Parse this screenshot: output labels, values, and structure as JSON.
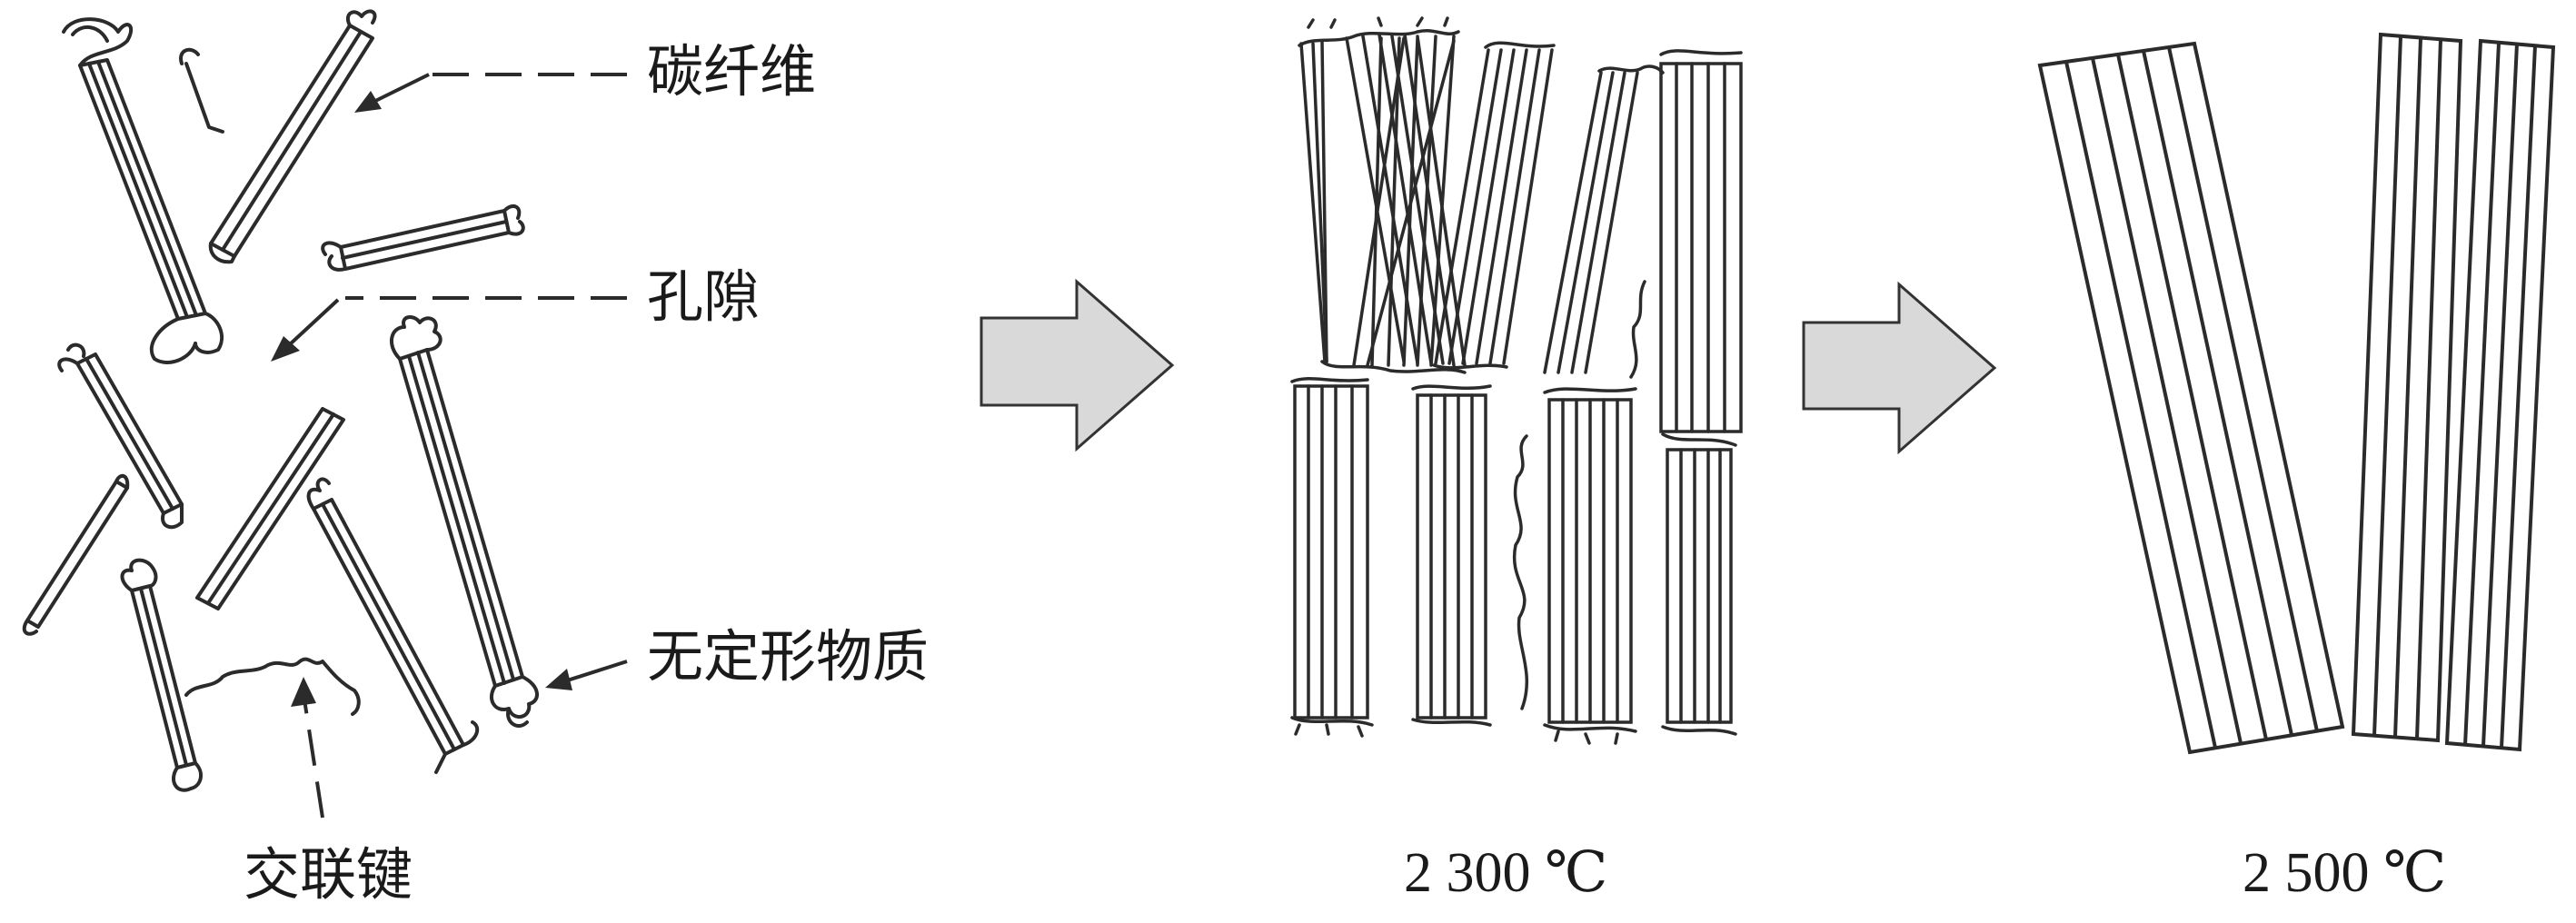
{
  "labels": {
    "carbon_fiber": "碳纤维",
    "pore": "孔隙",
    "amorphous": "无定形物质",
    "crosslink": "交联键"
  },
  "stages": [
    {
      "temp": ""
    },
    {
      "temp": "2 300 ℃"
    },
    {
      "temp": "2 500 ℃"
    }
  ],
  "colors": {
    "line": "#2b2b2b",
    "arrow_fill": "#d9d9d9",
    "arrow_stroke": "#333333"
  }
}
